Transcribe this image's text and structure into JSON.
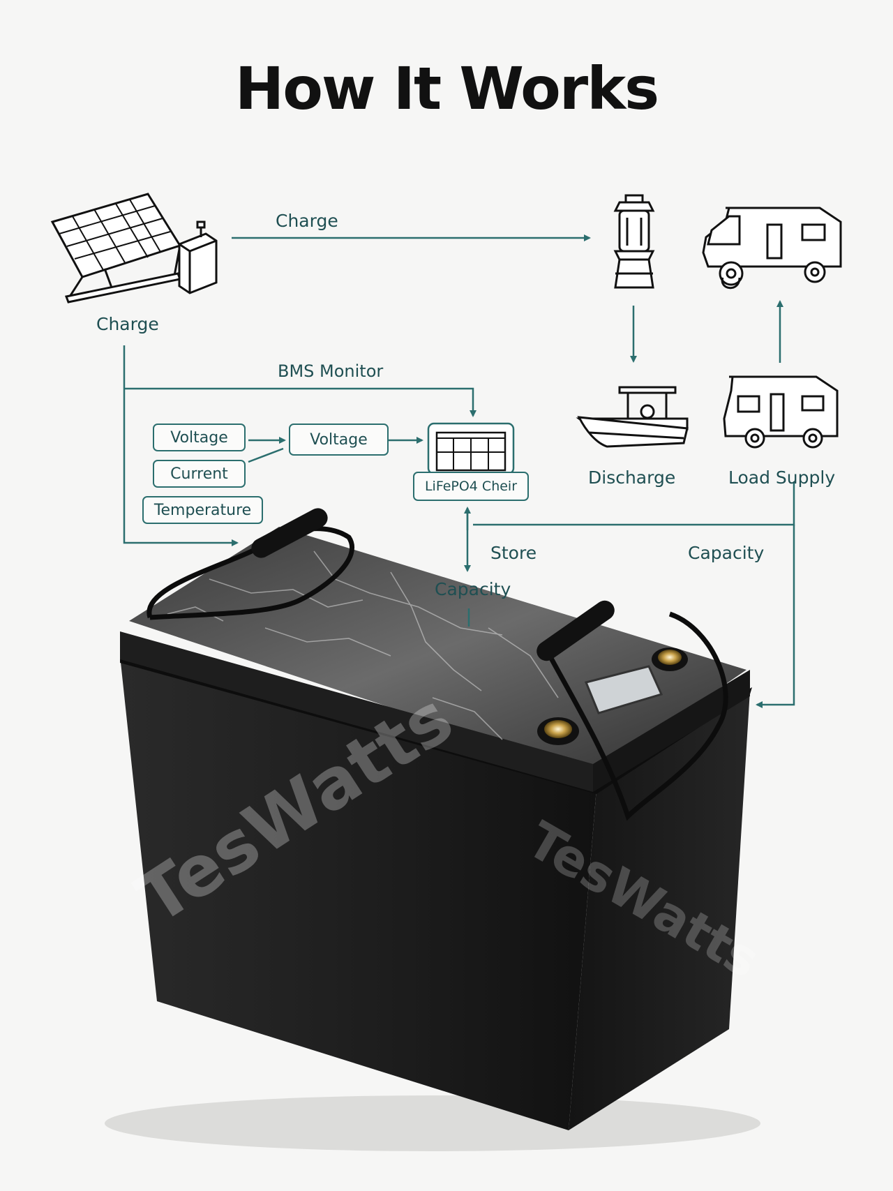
{
  "title": "How It Works",
  "labels": {
    "charge_top": "Charge",
    "charge_left": "Charge",
    "bms_monitor": "BMS Monitor",
    "discharge": "Discharge",
    "load_supply": "Load Supply",
    "store": "Store",
    "capacity_center": "Capacity",
    "capacity_right": "Capacity"
  },
  "sensors": [
    "Voltage",
    "Current",
    "Temperature"
  ],
  "voltage_box": "Voltage",
  "bms_chip_label": "LiFePO4 Cheir",
  "watermark": "TesWatts",
  "colors": {
    "accent": "#2b6e6e",
    "text": "#1f4f52",
    "battery": "#1b1b1b"
  }
}
